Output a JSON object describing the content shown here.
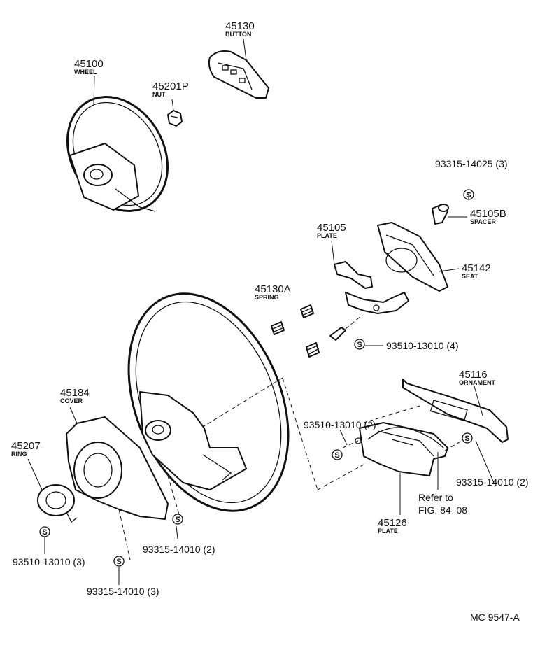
{
  "parts": [
    {
      "id": "wheel",
      "number": "45100",
      "name": "WHEEL"
    },
    {
      "id": "button",
      "number": "45130",
      "name": "BUTTON"
    },
    {
      "id": "nut",
      "number": "45201P",
      "name": "NUT"
    },
    {
      "id": "spacer",
      "number": "45105B",
      "name": "SPACER"
    },
    {
      "id": "plate-45105",
      "number": "45105",
      "name": "PLATE"
    },
    {
      "id": "seat",
      "number": "45142",
      "name": "SEAT"
    },
    {
      "id": "spring",
      "number": "45130A",
      "name": "SPRING"
    },
    {
      "id": "ornament",
      "number": "45116",
      "name": "ORNAMENT"
    },
    {
      "id": "cover",
      "number": "45184",
      "name": "COVER"
    },
    {
      "id": "ring",
      "number": "45207",
      "name": "RING"
    },
    {
      "id": "plate-45126",
      "number": "45126",
      "name": "PLATE"
    }
  ],
  "fasteners": [
    {
      "id": "screw-93315-14025",
      "label": "93315-14025 (3)"
    },
    {
      "id": "screw-93510-13010-4",
      "label": "93510-13010 (4)"
    },
    {
      "id": "screw-93510-13010-2",
      "label": "93510-13010 (2)"
    },
    {
      "id": "screw-93315-14010-2-right",
      "label": "93315-14010 (2)"
    },
    {
      "id": "screw-93315-14010-2-center",
      "label": "93315-14010 (2)"
    },
    {
      "id": "screw-93510-13010-3",
      "label": "93510-13010 (3)"
    },
    {
      "id": "screw-93315-14010-3",
      "label": "93315-14010 (3)"
    }
  ],
  "screw_symbol": "S",
  "reference": {
    "line1": "Refer to",
    "line2": "FIG. 84–08"
  },
  "diagram_code": "MC 9547-A"
}
